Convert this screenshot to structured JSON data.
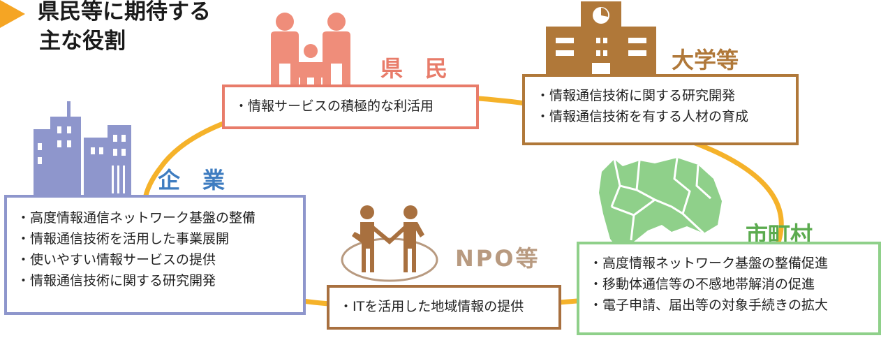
{
  "header": {
    "title_line1": "県民等に期待する",
    "title_line2": "主な役割"
  },
  "colors": {
    "ring": "#f5b22a",
    "kenmin": "#e87c6a",
    "daigaku": "#b07839",
    "kigyo_box": "#8e96cc",
    "kigyo_label": "#3e7cc0",
    "npo": "#a8703f",
    "npo_label": "#b89a80",
    "shichoson": "#8fd08a",
    "shichoson_label": "#5bab4f"
  },
  "kenmin": {
    "label": "県　民",
    "icon": "family-icon",
    "items": [
      "情報サービスの積極的な利活用"
    ]
  },
  "daigaku": {
    "label": "大学等",
    "icon": "university-building-icon",
    "items": [
      "情報通信技術に関する研究開発",
      "情報通信技術を有する人材の育成"
    ]
  },
  "kigyo": {
    "label": "企　業",
    "icon": "office-buildings-icon",
    "items": [
      "高度情報通信ネットワーク基盤の整備",
      "情報通信技術を活用した事業展開",
      "使いやすい情報サービスの提供",
      "情報通信技術に関する研究開発"
    ]
  },
  "npo": {
    "label": "NPO等",
    "icon": "people-holding-hands-icon",
    "items": [
      "ITを活用した地域情報の提供"
    ]
  },
  "shichoson": {
    "label": "市町村",
    "icon": "prefecture-map-icon",
    "items": [
      "高度情報ネットワーク基盤の整備促進",
      "移動体通信等の不感地帯解消の促進",
      "電子申請、届出等の対象手続きの拡大"
    ]
  }
}
